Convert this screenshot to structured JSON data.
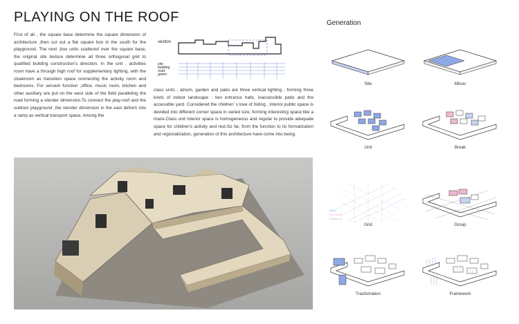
{
  "title": "PLAYING ON THE ROOF",
  "paragraph1": "First of all , the square base determine the square dimension of architecture ,then cut out a flat square box in the south for the playground. The next ,box units scattered over the square base, the original site texture determine all three orthogonal grid to qualified building construction’s direction. In the unit , activities room have a through high roof for supplementary lighting, with the cloakroom as transition space connecting the activity room and bedrooms. For servant function ,office, music room, kitchen and other auxiliary are put on the west side of the field paralleling the road forming a slender dimension.To connect the play-roof and the outdoor playground ,the slender dimension in the east deform into a ramp as vertical transport space. Among the",
  "paragraph2": "class units , atrium, garden and patio are three vertical lighting , forming three kinds of indoor landscape : two entrance halls, inaccessible patio and the accessible yard. Considered the children’ s love of hiding , interior public space is devided into different corner space in varied size, forming interesting space like a maze.Class unit interior space is homogeneous and regular to provide adequate space for children’s activity and rest.So far, from the function to its formalization and regionalization, generation of this architecture have come into being.",
  "diagram": {
    "section_label": "section",
    "labels": [
      "site",
      "building",
      "road",
      "green"
    ]
  },
  "generation": {
    "title": "Generation",
    "steps": [
      "Site",
      "Minus",
      "Unit",
      "Break",
      "Grid",
      "Group",
      "Trasfomation",
      "Framework"
    ],
    "grid_legend": [
      "Road",
      "Orientation",
      "Residence"
    ]
  },
  "colors": {
    "accent_blue": "#8fa8e6",
    "accent_pink": "#f1b8d4",
    "accent_green": "#9fd6a8",
    "model_wood": "#d9cdb3"
  }
}
